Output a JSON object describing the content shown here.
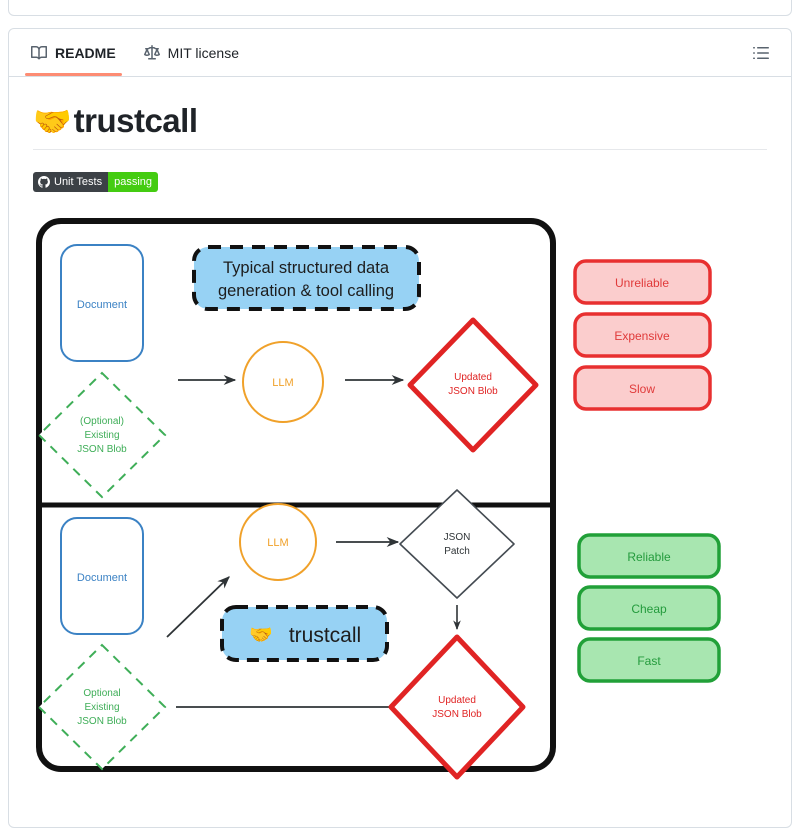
{
  "tabs": [
    {
      "label": "README",
      "icon": "book-icon",
      "active": true
    },
    {
      "label": "MIT license",
      "icon": "scales-icon",
      "active": false
    }
  ],
  "toolbar": {
    "outline_icon": "outline-list-icon"
  },
  "readme": {
    "title": "trustcall",
    "title_emoji": "🤝",
    "badge": {
      "icon": "github-icon",
      "left_label": "Unit Tests",
      "right_label": "passing",
      "left_color": "#3c4146",
      "right_color": "#44cc11"
    }
  },
  "diagram": {
    "banner": {
      "line1": "Typical structured data",
      "line2": "generation & tool calling",
      "fill": "#97d2f4",
      "stroke": "#111111"
    },
    "top_panel": {
      "document_label": "Document",
      "optional_blob": [
        "(Optional)",
        "Existing",
        "JSON Blob"
      ],
      "llm_label": "LLM",
      "output_blob": [
        "Updated",
        "JSON Blob"
      ]
    },
    "bottom_panel": {
      "document_label": "Document",
      "optional_blob": [
        "Optional",
        "Existing",
        "JSON Blob"
      ],
      "llm_label": "LLM",
      "patch_label": [
        "JSON",
        "Patch"
      ],
      "output_blob": [
        "Updated",
        "JSON Blob"
      ],
      "trustcall_pill": {
        "emoji": "🤝",
        "label": "trustcall",
        "fill": "#97d2f4"
      }
    },
    "pills_negative": [
      {
        "label": "Unreliable",
        "fill": "#fbcdcd",
        "stroke": "#e83030"
      },
      {
        "label": "Expensive",
        "fill": "#fbcdcd",
        "stroke": "#e83030"
      },
      {
        "label": "Slow",
        "fill": "#fbcdcd",
        "stroke": "#e83030"
      }
    ],
    "pills_positive": [
      {
        "label": "Reliable",
        "fill": "#a8e6b0",
        "stroke": "#21a038"
      },
      {
        "label": "Cheap",
        "fill": "#a8e6b0",
        "stroke": "#21a038"
      },
      {
        "label": "Fast",
        "fill": "#a8e6b0",
        "stroke": "#21a038"
      }
    ],
    "colors": {
      "document_blue": "#3b82c4",
      "optional_green": "#3fae58",
      "llm_orange": "#f0a12a",
      "blob_red": "#e02424",
      "patch_gray": "#444b52",
      "container_black": "#111111"
    }
  }
}
